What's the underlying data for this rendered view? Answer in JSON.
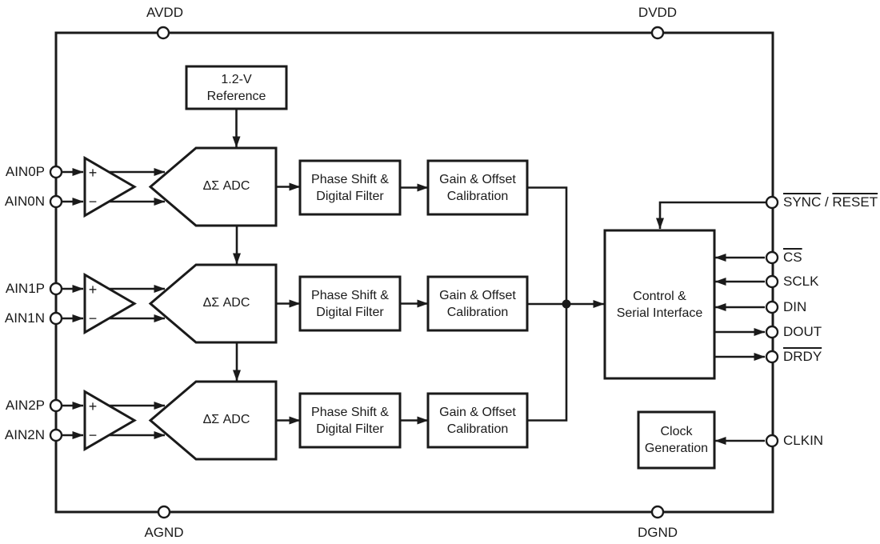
{
  "power": {
    "avdd": "AVDD",
    "dvdd": "DVDD",
    "agnd": "AGND",
    "dgnd": "DGND"
  },
  "inputs": {
    "ain0p": "AIN0P",
    "ain0n": "AIN0N",
    "ain1p": "AIN1P",
    "ain1n": "AIN1N",
    "ain2p": "AIN2P",
    "ain2n": "AIN2N"
  },
  "blocks": {
    "reference": {
      "line1": "1.2-V",
      "line2": "Reference"
    },
    "adc": {
      "label": "ΔΣ ADC"
    },
    "phase": {
      "line1": "Phase Shift &",
      "line2": "Digital Filter"
    },
    "gain": {
      "line1": "Gain & Offset",
      "line2": "Calibration"
    },
    "control": {
      "line1": "Control &",
      "line2": "Serial Interface"
    },
    "clock": {
      "line1": "Clock",
      "line2": "Generation"
    }
  },
  "pins": {
    "sync": "SYNC",
    "slash": " / ",
    "reset": "RESET",
    "cs": "CS",
    "sclk": "SCLK",
    "din": "DIN",
    "dout": "DOUT",
    "drdy": "DRDY",
    "clkin": "CLKIN"
  },
  "amp": {
    "plus": "+",
    "minus": "−"
  },
  "colors": {
    "line": "#1a1a1a",
    "background": "#ffffff"
  }
}
